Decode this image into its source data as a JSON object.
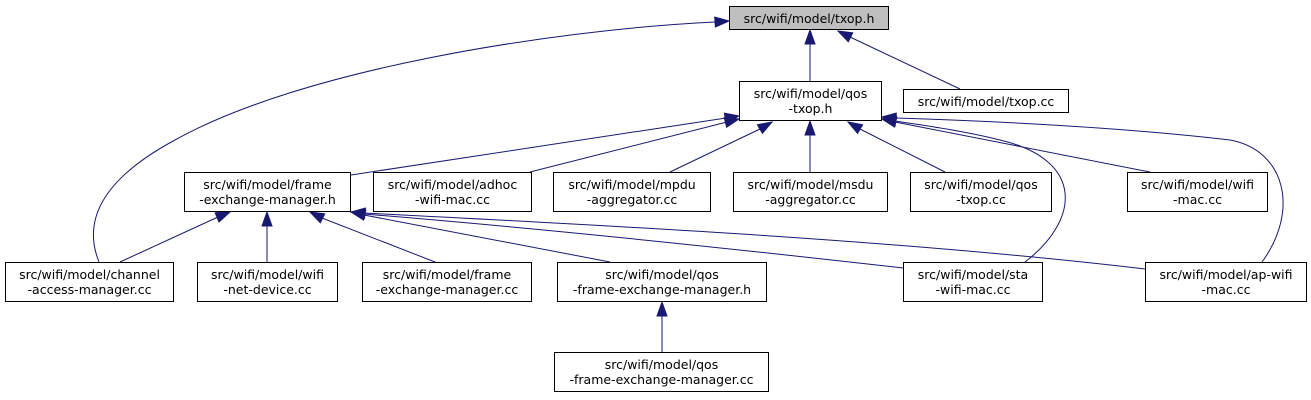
{
  "colors": {
    "edge": "#191970",
    "root_fill": "#bfbfbf",
    "node_fill": "#ffffff",
    "border": "#000000"
  },
  "nodes": {
    "txop_h": [
      "src/wifi/model/txop.h"
    ],
    "qos_txop_h": [
      "src/wifi/model/qos",
      "-txop.h"
    ],
    "txop_cc": [
      "src/wifi/model/txop.cc"
    ],
    "fem_h": [
      "src/wifi/model/frame",
      "-exchange-manager.h"
    ],
    "adhoc_cc": [
      "src/wifi/model/adhoc",
      "-wifi-mac.cc"
    ],
    "mpdu_cc": [
      "src/wifi/model/mpdu",
      "-aggregator.cc"
    ],
    "msdu_cc": [
      "src/wifi/model/msdu",
      "-aggregator.cc"
    ],
    "qos_txop_cc": [
      "src/wifi/model/qos",
      "-txop.cc"
    ],
    "wifi_mac_cc": [
      "src/wifi/model/wifi",
      "-mac.cc"
    ],
    "cam_cc": [
      "src/wifi/model/channel",
      "-access-manager.cc"
    ],
    "netdev_cc": [
      "src/wifi/model/wifi",
      "-net-device.cc"
    ],
    "fem_cc": [
      "src/wifi/model/frame",
      "-exchange-manager.cc"
    ],
    "qos_fem_h": [
      "src/wifi/model/qos",
      "-frame-exchange-manager.h"
    ],
    "sta_cc": [
      "src/wifi/model/sta",
      "-wifi-mac.cc"
    ],
    "ap_cc": [
      "src/wifi/model/ap-wifi",
      "-mac.cc"
    ],
    "qos_fem_cc": [
      "src/wifi/model/qos",
      "-frame-exchange-manager.cc"
    ]
  },
  "edges": [
    {
      "from": "qos_txop_h",
      "to": "txop_h"
    },
    {
      "from": "txop_cc",
      "to": "txop_h"
    },
    {
      "from": "cam_cc",
      "to": "txop_h"
    },
    {
      "from": "fem_h",
      "to": "qos_txop_h"
    },
    {
      "from": "adhoc_cc",
      "to": "qos_txop_h"
    },
    {
      "from": "mpdu_cc",
      "to": "qos_txop_h"
    },
    {
      "from": "msdu_cc",
      "to": "qos_txop_h"
    },
    {
      "from": "qos_txop_cc",
      "to": "qos_txop_h"
    },
    {
      "from": "wifi_mac_cc",
      "to": "qos_txop_h"
    },
    {
      "from": "sta_cc",
      "to": "qos_txop_h"
    },
    {
      "from": "ap_cc",
      "to": "qos_txop_h"
    },
    {
      "from": "cam_cc",
      "to": "fem_h"
    },
    {
      "from": "netdev_cc",
      "to": "fem_h"
    },
    {
      "from": "fem_cc",
      "to": "fem_h"
    },
    {
      "from": "qos_fem_h",
      "to": "fem_h"
    },
    {
      "from": "sta_cc",
      "to": "fem_h"
    },
    {
      "from": "ap_cc",
      "to": "fem_h"
    },
    {
      "from": "qos_fem_cc",
      "to": "qos_fem_h"
    }
  ]
}
